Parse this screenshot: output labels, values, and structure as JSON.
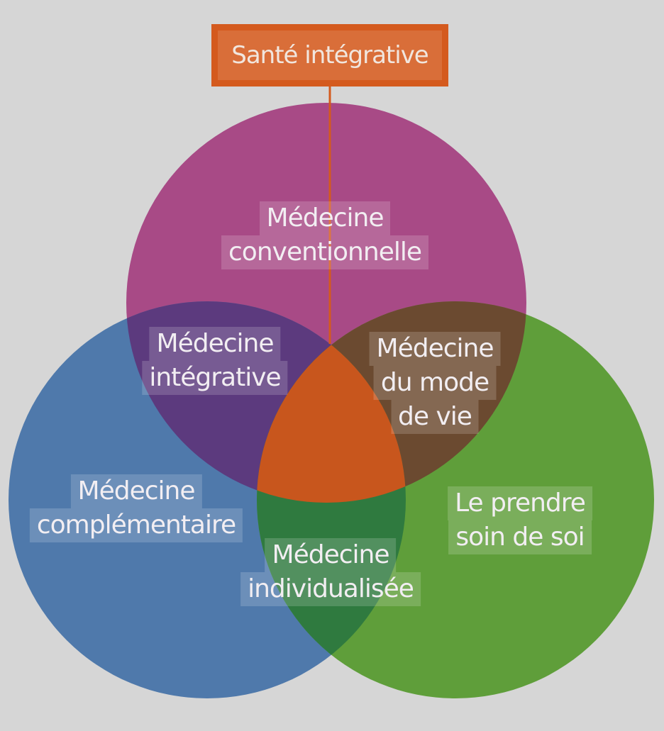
{
  "title": "Santé intégrative",
  "colors": {
    "background": "#d6d6d6",
    "conventional": "#a84a86",
    "complementary": "#4f79ab",
    "selfcare": "#5f9e3a",
    "integrative": "#5c3a7e",
    "lifestyle": "#6b4a30",
    "individualized": "#2f7a3f",
    "center": "#c8561d",
    "title": "#d45a1e"
  },
  "regions": {
    "conventional": [
      "Médecine",
      "conventionnelle"
    ],
    "integrative": [
      "Médecine",
      "intégrative"
    ],
    "lifestyle": [
      "Médecine",
      "du mode",
      "de vie"
    ],
    "complementary": [
      "Médecine",
      "complémentaire"
    ],
    "selfcare": [
      "Le prendre",
      "soin de soi"
    ],
    "individualized": [
      "Médecine",
      "individualisée"
    ]
  }
}
